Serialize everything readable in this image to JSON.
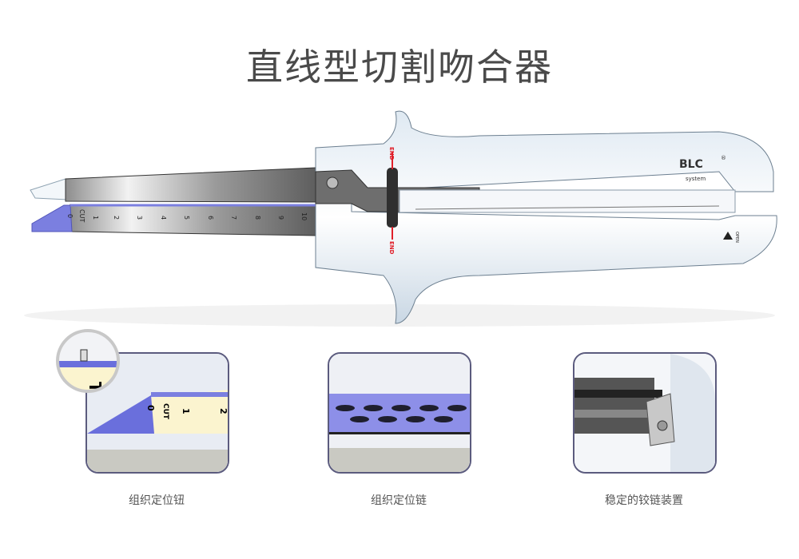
{
  "title": "直线型切割吻合器",
  "device": {
    "brand": "BLC",
    "brand_sub": "system",
    "registered_mark": "®",
    "end_top": "END",
    "end_bottom": "END",
    "open_label": "OPEN",
    "ruler": {
      "zero": "0",
      "cut": "CUT",
      "numbers": [
        "1",
        "2",
        "3",
        "4",
        "5",
        "6",
        "7",
        "8",
        "9",
        "10"
      ]
    }
  },
  "insets": [
    {
      "caption": "组织定位钮",
      "labels": {
        "zero": "0",
        "cut": "CUT",
        "one": "1",
        "two": "2",
        "magnified": "T"
      }
    },
    {
      "caption": "组织定位链"
    },
    {
      "caption": "稳定的铰链装置"
    }
  ],
  "colors": {
    "accent_blue": "#7b7fe0",
    "frame": "#5b5b7e",
    "end_red": "#e0202a"
  }
}
